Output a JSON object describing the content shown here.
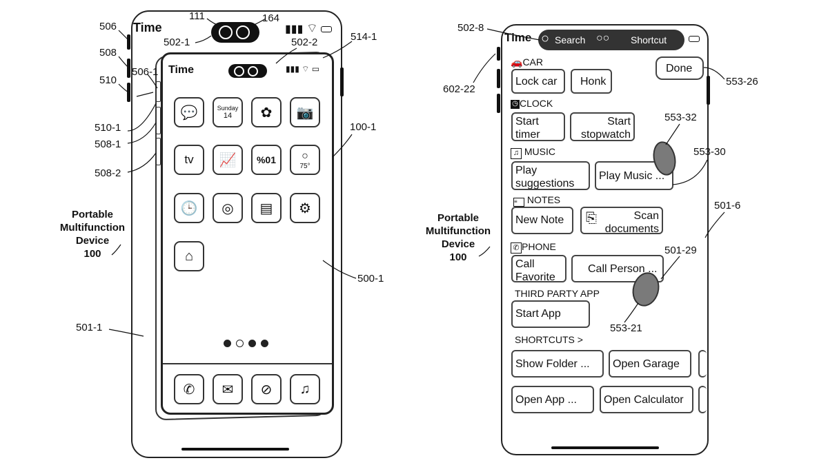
{
  "left_phone": {
    "status_time": "Time",
    "apps_row1": [
      "speech-bubble-icon",
      "calendar-icon",
      "photos-icon",
      "camera-icon"
    ],
    "calendar_day": "Sunday",
    "calendar_date": "14",
    "tv_label": "tv",
    "weather_label": "75°",
    "percent_label": "%01",
    "status_time_inner": "Time"
  },
  "left_labels": {
    "r111": "111",
    "r164": "164",
    "r506": "506",
    "r508": "508",
    "r510": "510",
    "r502_1": "502-1",
    "r502_2": "502-2",
    "r514_1": "514-1",
    "r506_1": "506-1",
    "r510_1": "510-1",
    "r508_1": "508-1",
    "r508_2": "508-2",
    "r100_1": "100-1",
    "r500_1": "500-1",
    "r501_1": "501-1",
    "caption_l1": "Portable",
    "caption_l2": "Multifunction",
    "caption_l3": "Device",
    "caption_l4": "100"
  },
  "right_phone": {
    "status_time": "Time",
    "search_label": "Search",
    "shortcut_label": "Shortcut",
    "done_label": "Done",
    "sections": {
      "car": "CAR",
      "clock": "CLOCK",
      "music": "MUSIC",
      "notes": "NOTES",
      "phone": "PHONE",
      "third_party": "THIRD PARTY APP",
      "shortcuts": "SHORTCUTS >"
    },
    "buttons": {
      "lock_car": "Lock car",
      "honk": "Honk",
      "start_timer": "Start timer",
      "start_timer_1": "Start",
      "start_timer_2": "timer",
      "start_stopwatch_1": "Start",
      "start_stopwatch_2": "stopwatch",
      "play_suggestions_1": "Play",
      "play_suggestions_2": "suggestions",
      "play_music": "Play Music ...",
      "new_note": "New Note",
      "scan_documents_1": "Scan",
      "scan_documents_2": "documents",
      "call_favorite_1": "Call",
      "call_favorite_2": "Favorite",
      "call_person": "Call Person ...",
      "start_app": "Start App",
      "show_folder": "Show Folder ...",
      "open_garage": "Open Garage",
      "open_app": "Open App ...",
      "open_calculator": "Open Calculator"
    }
  },
  "right_labels": {
    "r502_8": "502-8",
    "r602_22": "602-22",
    "r553_26": "553-26",
    "r553_32": "553-32",
    "r553_30": "553-30",
    "r501_6": "501-6",
    "r501_29": "501-29",
    "r553_21": "553-21",
    "caption_l1": "Portable",
    "caption_l2": "Multifunction",
    "caption_l3": "Device",
    "caption_l4": "100"
  }
}
